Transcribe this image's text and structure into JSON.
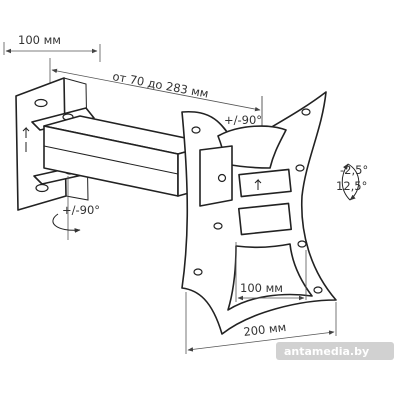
{
  "dimensions": {
    "wall_plate_width": "100 мм",
    "arm_reach": "от 70 до 283 мм",
    "vesa_inner": "100 мм",
    "vesa_outer": "200 мм"
  },
  "rotations": {
    "arm_swivel_top": "+/-90°",
    "arm_swivel_bottom": "+/-90°",
    "tilt_up": "-2,5°",
    "tilt_down": "12,5°"
  },
  "watermark": "antamedia.by",
  "colors": {
    "line": "#222222",
    "dimension_line": "#555555",
    "watermark_bg": "#c9c9c9"
  }
}
